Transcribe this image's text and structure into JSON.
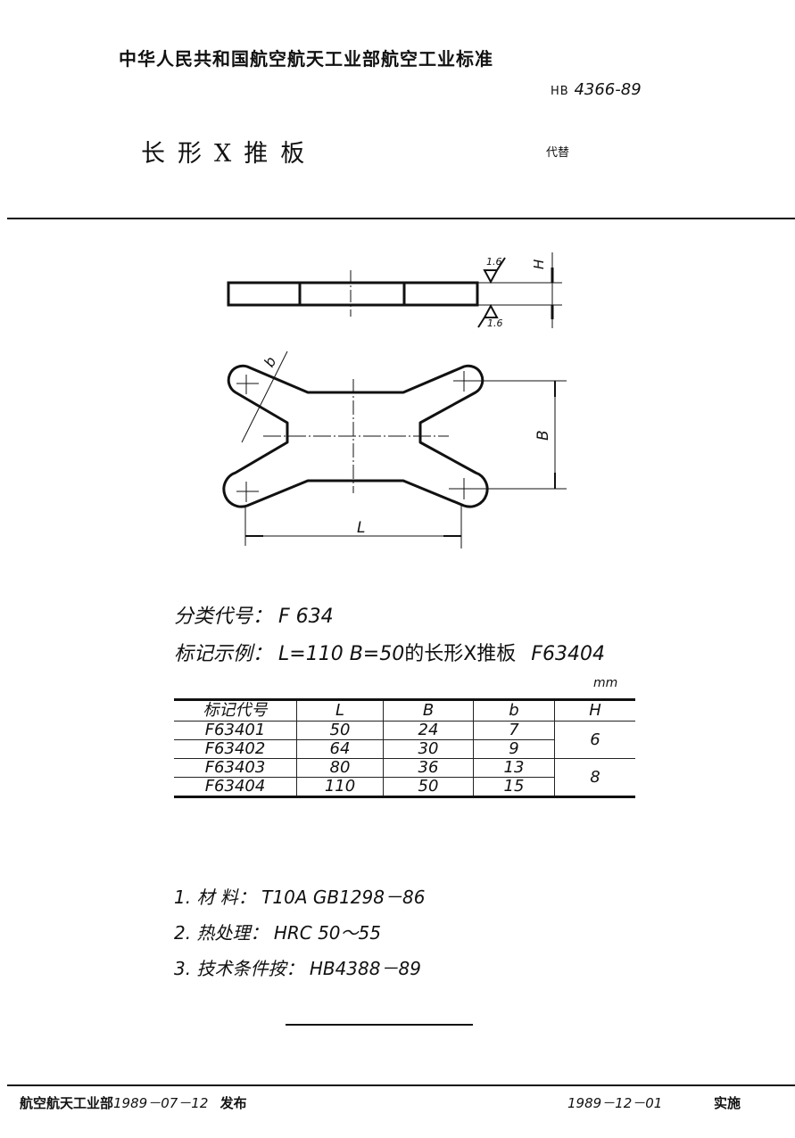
{
  "header": {
    "organization": "中华人民共和国航空航天工业部航空工业标准",
    "standard_prefix": "HB",
    "standard_number": "4366-89",
    "title": "长形X推板",
    "replaces_label": "代替"
  },
  "drawing": {
    "side_view": {
      "roughness_top": "1.6",
      "roughness_bottom": "1.6",
      "dimension_label": "H"
    },
    "top_view": {
      "width_label": "b",
      "height_label": "B",
      "length_label": "L"
    }
  },
  "info": {
    "classification_label": "分类代号：",
    "classification_value": "F 634",
    "marking_label": "标记示例：",
    "marking_params": "L=110   B=50",
    "marking_desc": "的长形X推板",
    "marking_code": "F63404"
  },
  "table": {
    "unit": "mm",
    "headers": [
      "标记代号",
      "L",
      "B",
      "b",
      "H"
    ],
    "rows": [
      {
        "code": "F63401",
        "L": "50",
        "B": "24",
        "b": "7"
      },
      {
        "code": "F63402",
        "L": "64",
        "B": "30",
        "b": "9"
      },
      {
        "code": "F63403",
        "L": "80",
        "B": "36",
        "b": "13"
      },
      {
        "code": "F63404",
        "L": "110",
        "B": "50",
        "b": "15"
      }
    ],
    "H_groups": [
      "6",
      "8"
    ]
  },
  "notes": [
    {
      "label": "1. 材  料：",
      "value": "T10A   GB1298－86"
    },
    {
      "label": "2. 热处理：",
      "value": "HRC 50～55"
    },
    {
      "label": "3. 技术条件按：",
      "value": "HB4388－89"
    }
  ],
  "footer": {
    "issuer": "航空航天工业部",
    "issue_date": "1989－07－12",
    "issue_label": "发布",
    "effective_date": "1989－12－01",
    "effective_label": "实施"
  }
}
